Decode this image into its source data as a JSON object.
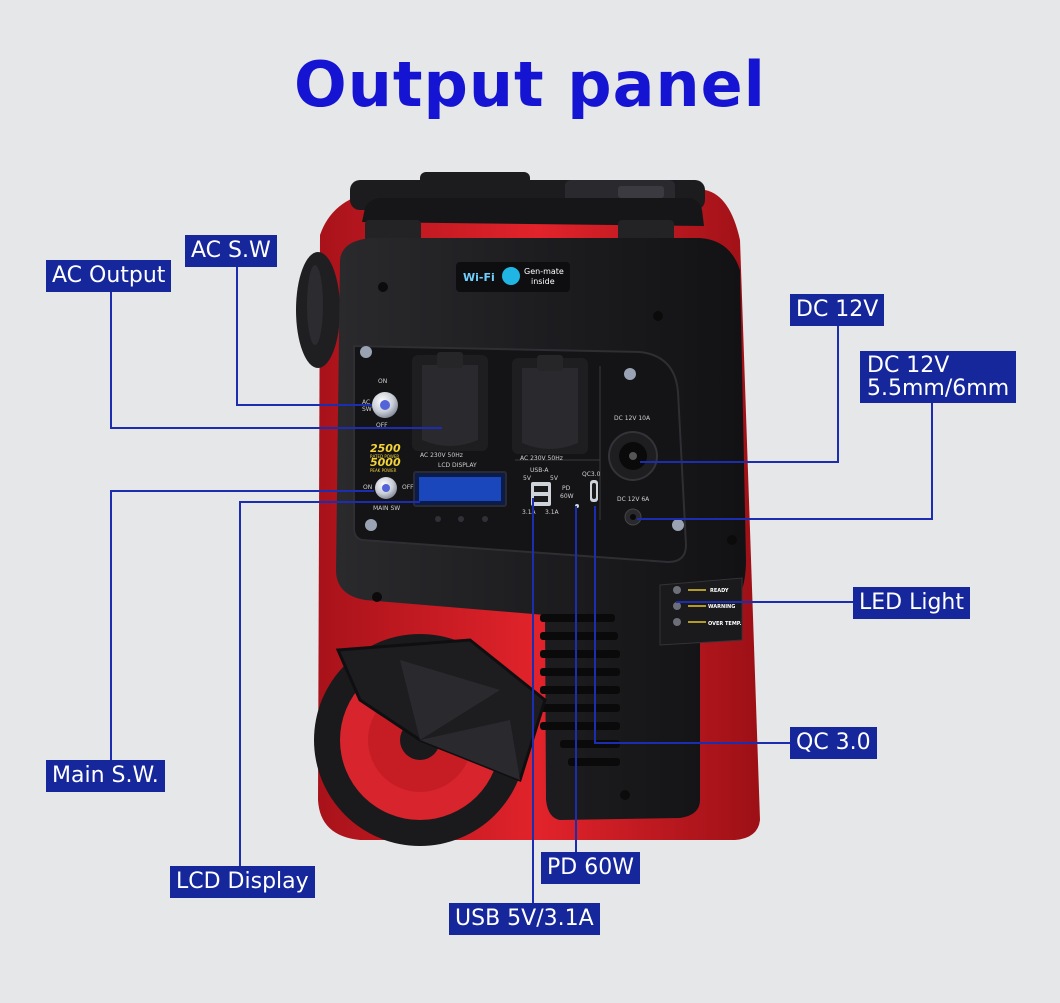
{
  "title": "Output panel",
  "callouts": {
    "ac_sw": "AC S.W",
    "ac_output": "AC Output",
    "dc_12v": "DC 12V",
    "dc_12v_barrel_line1": "DC 12V",
    "dc_12v_barrel_line2": "5.5mm/6mm",
    "led_light": "LED Light",
    "qc_30": "QC 3.0",
    "main_sw": "Main S.W.",
    "lcd_display": "LCD Display",
    "pd_60w": "PD 60W",
    "usb": "USB 5V/3.1A"
  },
  "device_labels": {
    "wifi": "Wi-Fi",
    "genmate_line1": "Gen-mate",
    "genmate_line2": "inside",
    "on": "ON",
    "ac": "AC",
    "sw": "SW",
    "off": "OFF",
    "rated_value": "2500",
    "rated_text": "RATED POWER",
    "peak_value": "5000",
    "peak_text": "PEAK POWER",
    "socket_rating_1": "AC 230V 50Hz",
    "socket_rating_2": "AC 230V 50Hz",
    "lcd_display": "LCD DISPLAY",
    "main_sw": "MAIN SW",
    "usb_a": "USB-A",
    "usb_5v_a": "5V",
    "usb_5v_b": "5V",
    "usb_31a_a": "3.1A",
    "usb_31a_b": "3.1A",
    "pd": "PD",
    "pd_60w": "60W",
    "qc30": "QC3.0",
    "dc_10a": "DC 12V 10A",
    "dc_6a": "DC 12V 6A",
    "ready": "READY",
    "warning": "WARNING",
    "over_temp": "OVER TEMP."
  },
  "colors": {
    "background": "#e6e7e9",
    "title": "#1414d2",
    "callout_bg": "#16279c",
    "leader_line": "#1c2db0",
    "body_red": "#d01a22",
    "body_black": "#1b1b1d",
    "panel": "#141416",
    "lcd_blue": "#1d4fd0"
  }
}
